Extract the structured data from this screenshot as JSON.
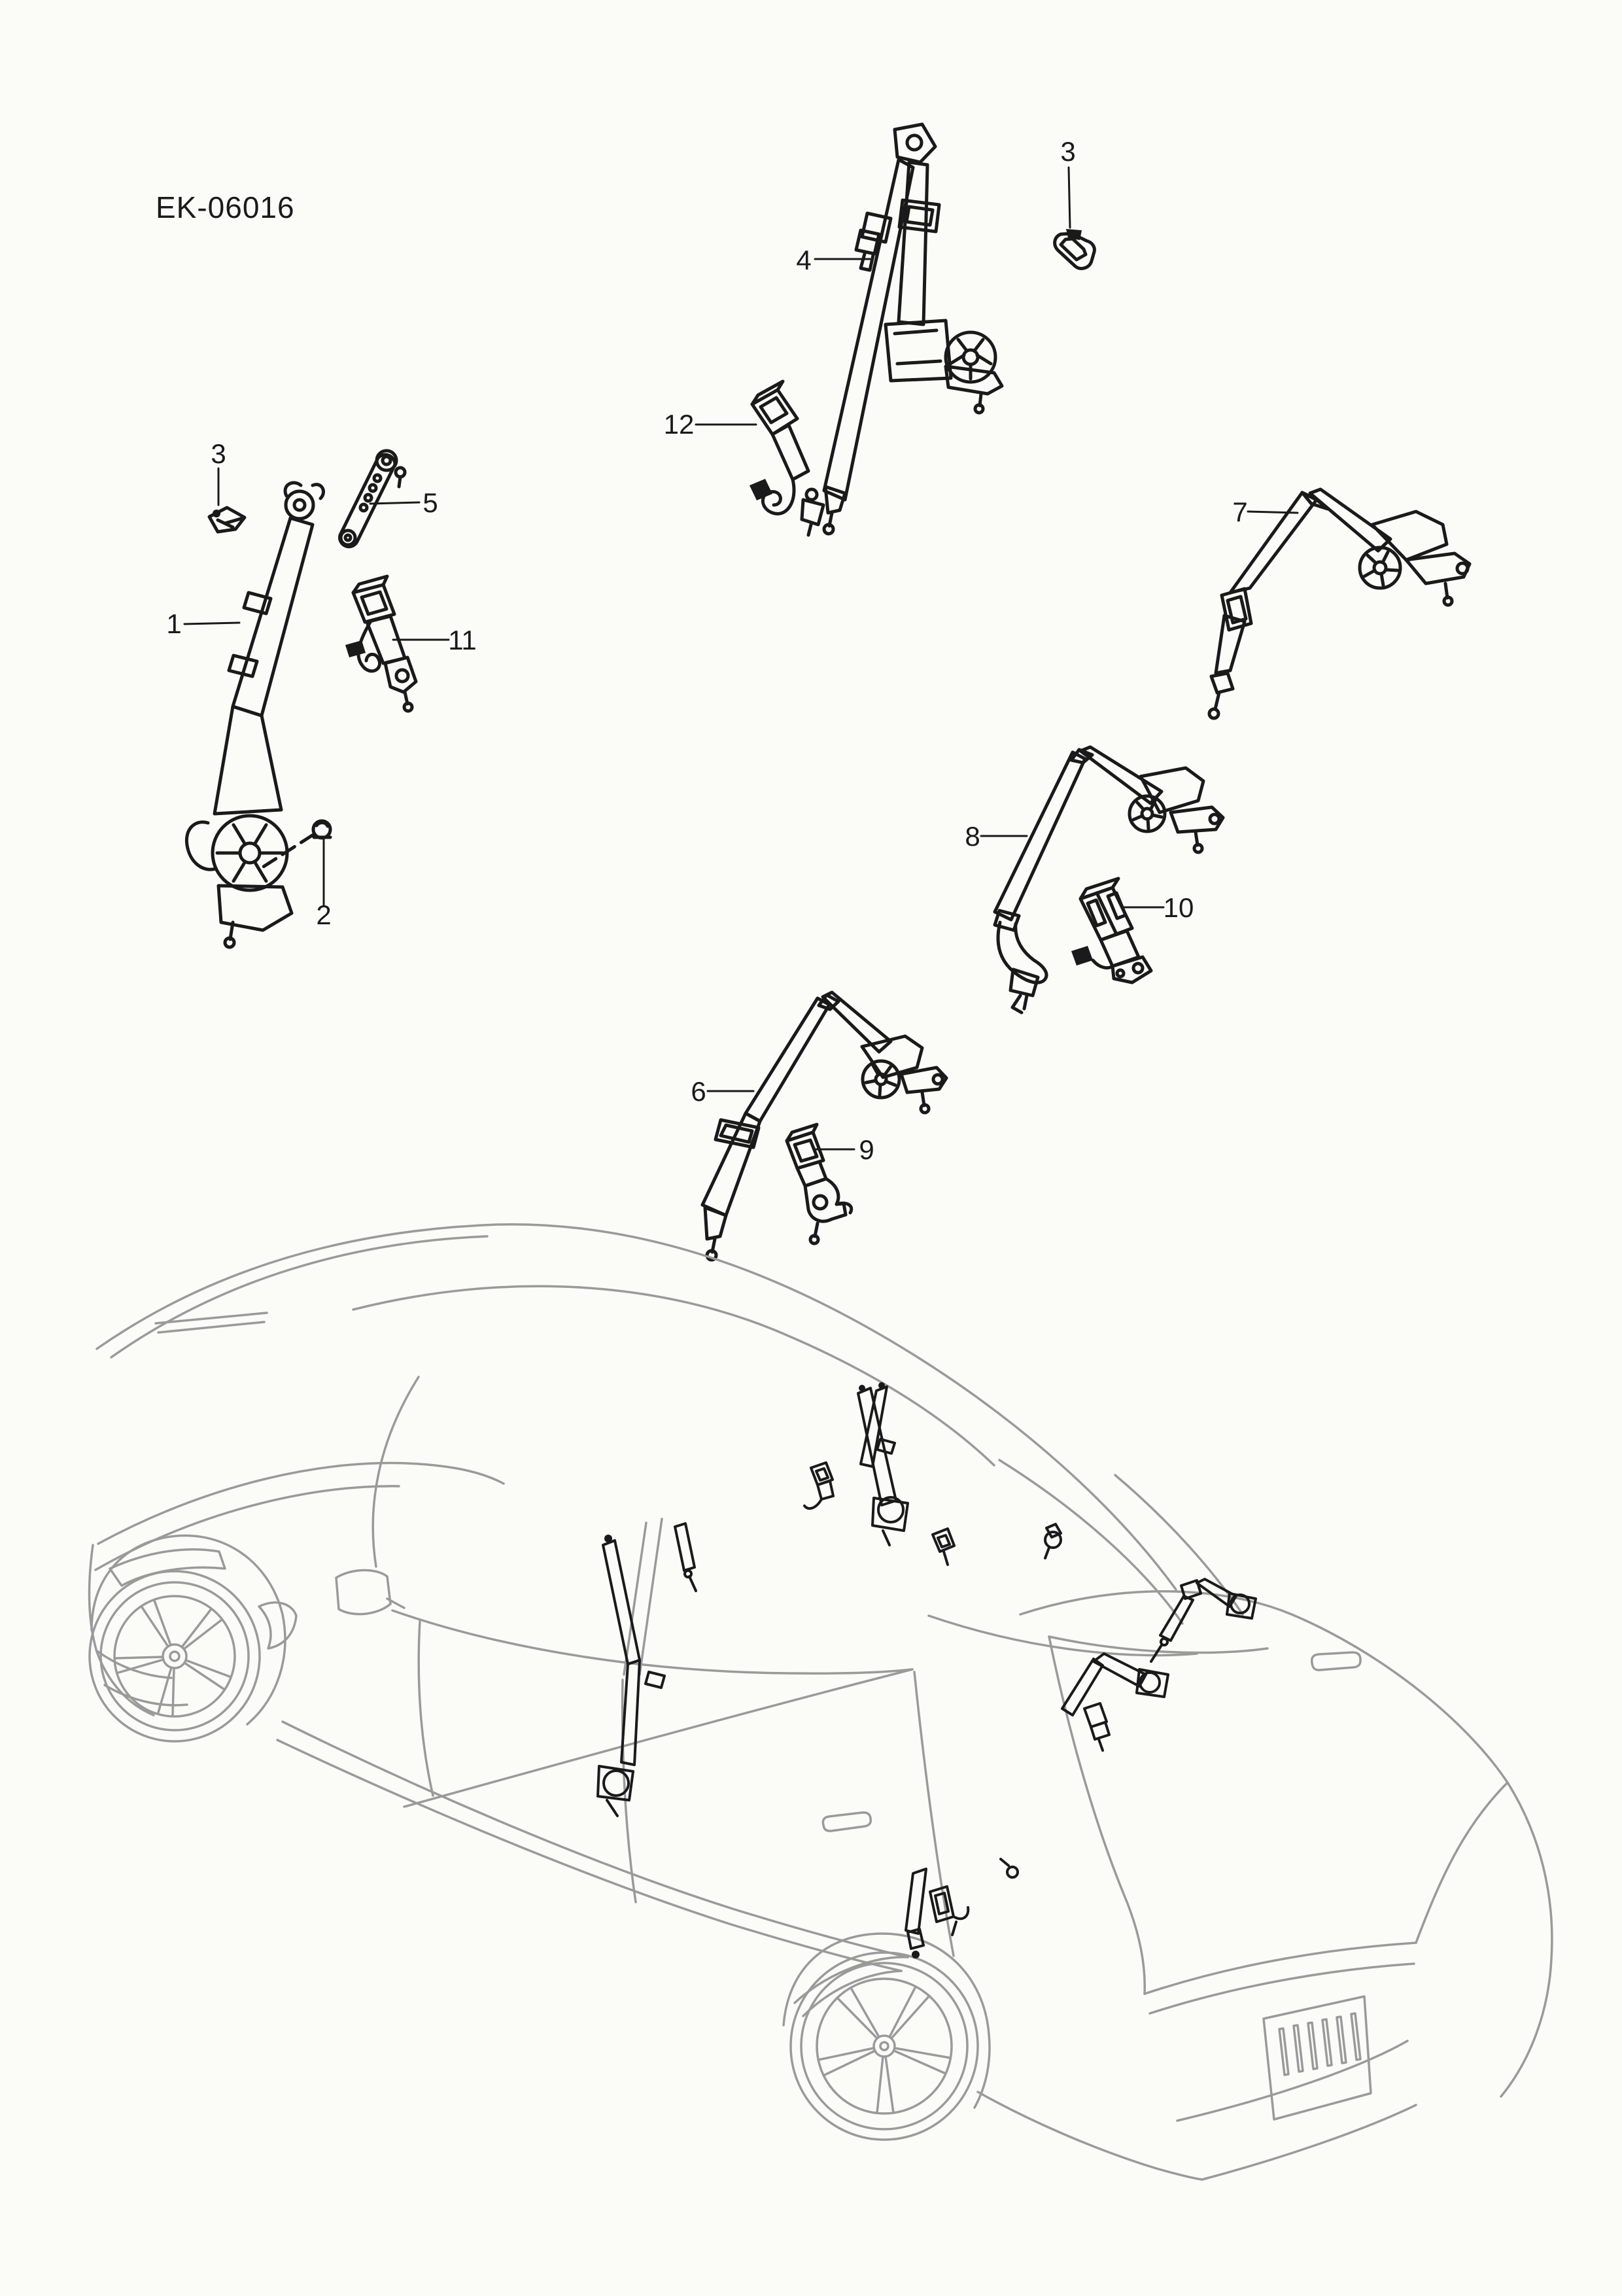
{
  "page": {
    "title": "EK-06016",
    "background_color": "#fbfbf7",
    "ink_color": "#1a1a1a",
    "car_line_color": "#9a9a9a"
  },
  "callouts": [
    {
      "id": "1",
      "label": "1"
    },
    {
      "id": "2",
      "label": "2"
    },
    {
      "id": "3-left",
      "label": "3"
    },
    {
      "id": "3-top",
      "label": "3"
    },
    {
      "id": "4",
      "label": "4"
    },
    {
      "id": "5",
      "label": "5"
    },
    {
      "id": "6",
      "label": "6"
    },
    {
      "id": "7",
      "label": "7"
    },
    {
      "id": "8",
      "label": "8"
    },
    {
      "id": "9",
      "label": "9"
    },
    {
      "id": "10",
      "label": "10"
    },
    {
      "id": "11",
      "label": "11"
    },
    {
      "id": "12",
      "label": "12"
    }
  ]
}
